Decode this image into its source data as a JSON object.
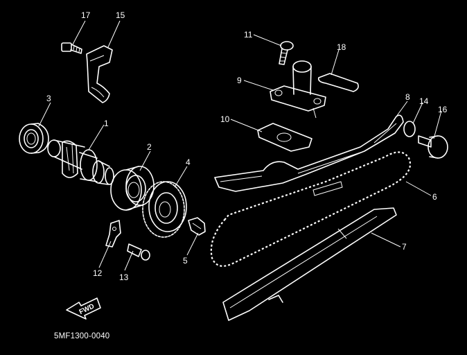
{
  "diagram": {
    "code": "5MF1300-0040",
    "direction_label": "FWD",
    "callouts": [
      "1",
      "2",
      "3",
      "4",
      "5",
      "6",
      "7",
      "8",
      "9",
      "10",
      "11",
      "12",
      "13",
      "14",
      "15",
      "16",
      "17",
      "18"
    ]
  },
  "colors": {
    "background": "#000000",
    "line": "#ffffff"
  }
}
